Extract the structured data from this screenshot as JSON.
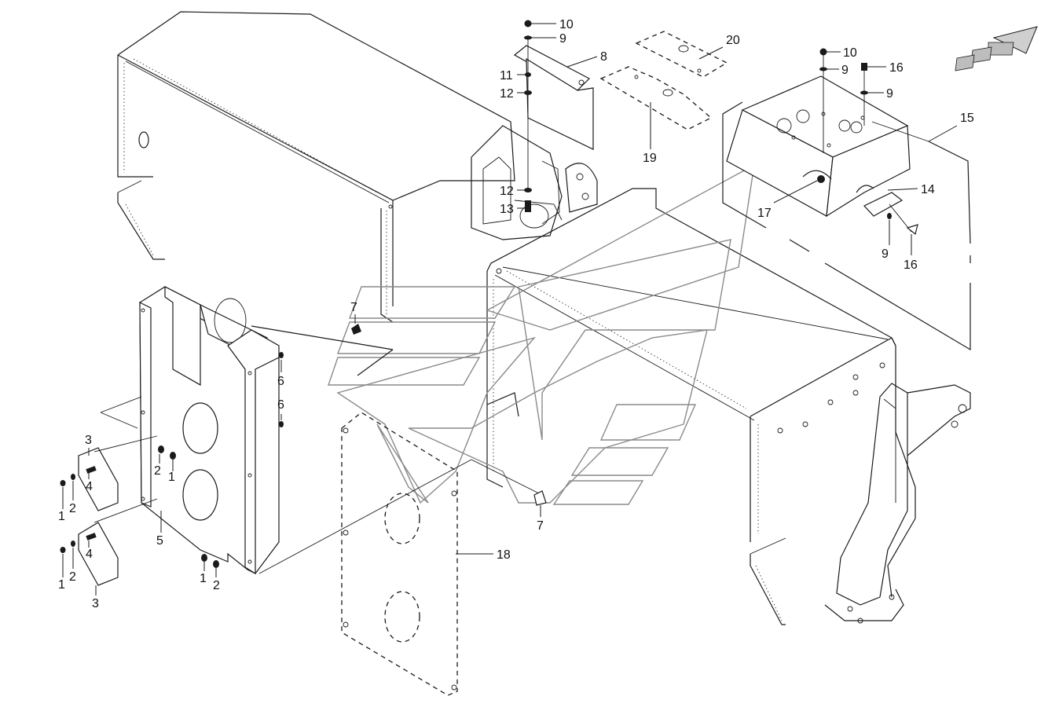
{
  "callouts": [
    {
      "id": "c10a",
      "text": "10"
    },
    {
      "id": "c9a",
      "text": "9"
    },
    {
      "id": "c8",
      "text": "8"
    },
    {
      "id": "c11",
      "text": "11"
    },
    {
      "id": "c12a",
      "text": "12"
    },
    {
      "id": "c12b",
      "text": "12"
    },
    {
      "id": "c13",
      "text": "13"
    },
    {
      "id": "c20",
      "text": "20"
    },
    {
      "id": "c19",
      "text": "19"
    },
    {
      "id": "c10b",
      "text": "10"
    },
    {
      "id": "c9b",
      "text": "9"
    },
    {
      "id": "c16a",
      "text": "16"
    },
    {
      "id": "c9c",
      "text": "9"
    },
    {
      "id": "c15",
      "text": "15"
    },
    {
      "id": "c14",
      "text": "14"
    },
    {
      "id": "c17",
      "text": "17"
    },
    {
      "id": "c9d",
      "text": "9"
    },
    {
      "id": "c16b",
      "text": "16"
    },
    {
      "id": "c7a",
      "text": "7"
    },
    {
      "id": "c6a",
      "text": "6"
    },
    {
      "id": "c6b",
      "text": "6"
    },
    {
      "id": "c3a",
      "text": "3"
    },
    {
      "id": "c2a",
      "text": "2"
    },
    {
      "id": "c1a",
      "text": "1"
    },
    {
      "id": "c4a",
      "text": "4"
    },
    {
      "id": "c2b",
      "text": "2"
    },
    {
      "id": "c1b",
      "text": "1"
    },
    {
      "id": "c5",
      "text": "5"
    },
    {
      "id": "c4b",
      "text": "4"
    },
    {
      "id": "c2c",
      "text": "2"
    },
    {
      "id": "c1c",
      "text": "1"
    },
    {
      "id": "c3b",
      "text": "3"
    },
    {
      "id": "c1d",
      "text": "1"
    },
    {
      "id": "c2d",
      "text": "2"
    },
    {
      "id": "c18",
      "text": "18"
    },
    {
      "id": "c7b",
      "text": "7"
    }
  ],
  "colors": {
    "line": "#1a1a1a",
    "watermark": "#8a8a8a",
    "background": "#ffffff"
  },
  "icons": {
    "direction": "forward-direction-arrow-icon"
  }
}
